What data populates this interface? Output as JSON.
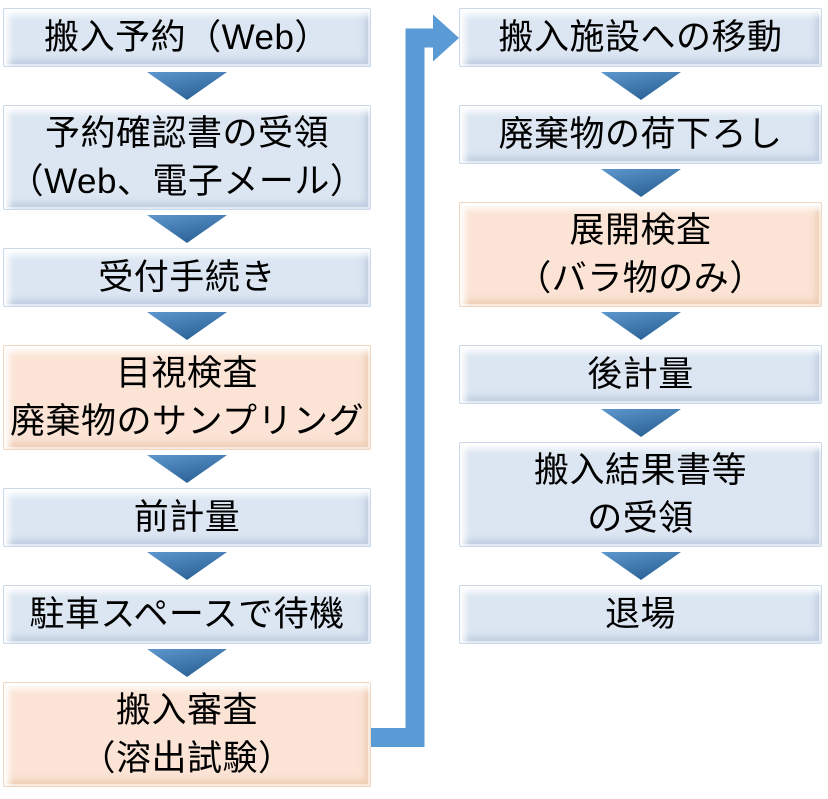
{
  "diagram": {
    "description": "waste-carry-in-procedure-flowchart",
    "columns": [
      {
        "id": "left",
        "steps": [
          {
            "lines": [
              "搬入予約（Web）"
            ],
            "highlight": false
          },
          {
            "lines": [
              "予約確認書の受領",
              "（Web、電子メール）"
            ],
            "highlight": false
          },
          {
            "lines": [
              "受付手続き"
            ],
            "highlight": false
          },
          {
            "lines": [
              "目視検査",
              "廃棄物のサンプリング"
            ],
            "highlight": true
          },
          {
            "lines": [
              "前計量"
            ],
            "highlight": false
          },
          {
            "lines": [
              "駐車スペースで待機"
            ],
            "highlight": false
          },
          {
            "lines": [
              "搬入審査",
              "（溶出試験）"
            ],
            "highlight": true
          }
        ]
      },
      {
        "id": "right",
        "steps": [
          {
            "lines": [
              "搬入施設への移動"
            ],
            "highlight": false
          },
          {
            "lines": [
              "廃棄物の荷下ろし"
            ],
            "highlight": false
          },
          {
            "lines": [
              "展開検査",
              "（バラ物のみ）"
            ],
            "highlight": true
          },
          {
            "lines": [
              "後計量"
            ],
            "highlight": false
          },
          {
            "lines": [
              "搬入結果書等",
              "の受領"
            ],
            "highlight": false
          },
          {
            "lines": [
              "退場"
            ],
            "highlight": false
          }
        ]
      }
    ],
    "icons": {
      "step_arrow": "down-arrow-icon",
      "column_connector": "elbow-right-arrow-icon"
    },
    "colors": {
      "background": "#ffffff",
      "text_color": "#000000",
      "box_fill_blue": "#dce6f2",
      "box_edge_blue": "#c9d8ea",
      "box_fill_highlight": "#fbe4d5",
      "box_edge_highlight": "#f2d5bf",
      "step_arrow_light": "#5e97cd",
      "step_arrow_dark": "#2b6397",
      "connector_fill": "#5b9bd5"
    }
  }
}
